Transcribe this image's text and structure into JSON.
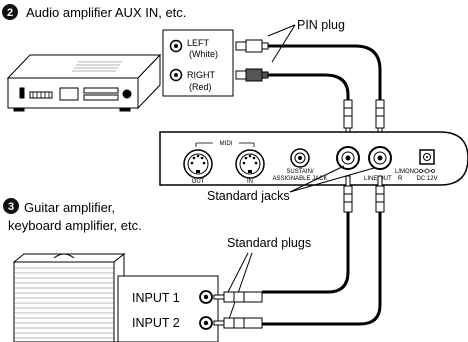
{
  "steps": [
    {
      "number": "2",
      "title": "Audio amplifier AUX IN, etc."
    },
    {
      "number": "3",
      "title_line1": "Guitar amplifier,",
      "title_line2": "keyboard amplifier, etc."
    }
  ],
  "aux_inputs": [
    {
      "name": "LEFT",
      "color": "(White)"
    },
    {
      "name": "RIGHT",
      "color": "(Red)"
    }
  ],
  "callouts": {
    "pin_plug": "PIN plug",
    "standard_jacks": "Standard jacks",
    "standard_plugs": "Standard plugs"
  },
  "keyboard_panel": {
    "midi": "MIDI",
    "midi_out": "OUT",
    "midi_in": "IN",
    "sustain_line1": "SUSTAIN/",
    "sustain_line2": "ASSIGNABLE JACK",
    "line_out_line1": "L/MONO",
    "line_out_line2": "LINE OUT",
    "line_out_r": "R",
    "dc_in": "DC 12V"
  },
  "amp_inputs": [
    "INPUT 1",
    "INPUT 2"
  ]
}
